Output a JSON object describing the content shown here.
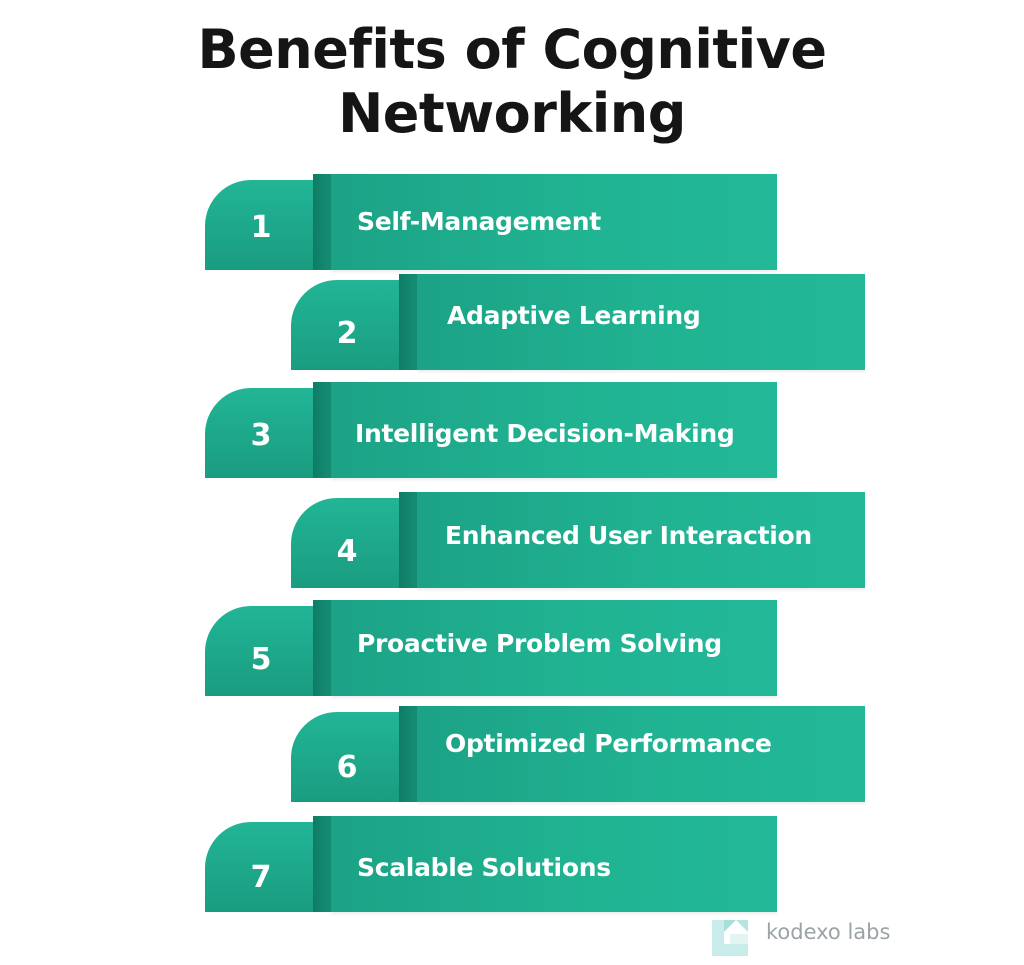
{
  "title": {
    "line1": "Benefits of Cognitive",
    "line2": "Networking"
  },
  "colors": {
    "accent": "#20b392",
    "accent_dark": "#0f7c65",
    "title": "#151515",
    "logo_text": "#9aa3a6"
  },
  "items": [
    {
      "number": "1",
      "label": "Self-Management"
    },
    {
      "number": "2",
      "label": "Adaptive Learning"
    },
    {
      "number": "3",
      "label": "Intelligent Decision-Making"
    },
    {
      "number": "4",
      "label": "Enhanced User Interaction"
    },
    {
      "number": "5",
      "label": "Proactive Problem Solving"
    },
    {
      "number": "6",
      "label": "Optimized Performance"
    },
    {
      "number": "7",
      "label": "Scalable Solutions"
    }
  ],
  "logo": {
    "text": "kodexo labs",
    "icon": "kodexo-logo-icon"
  }
}
